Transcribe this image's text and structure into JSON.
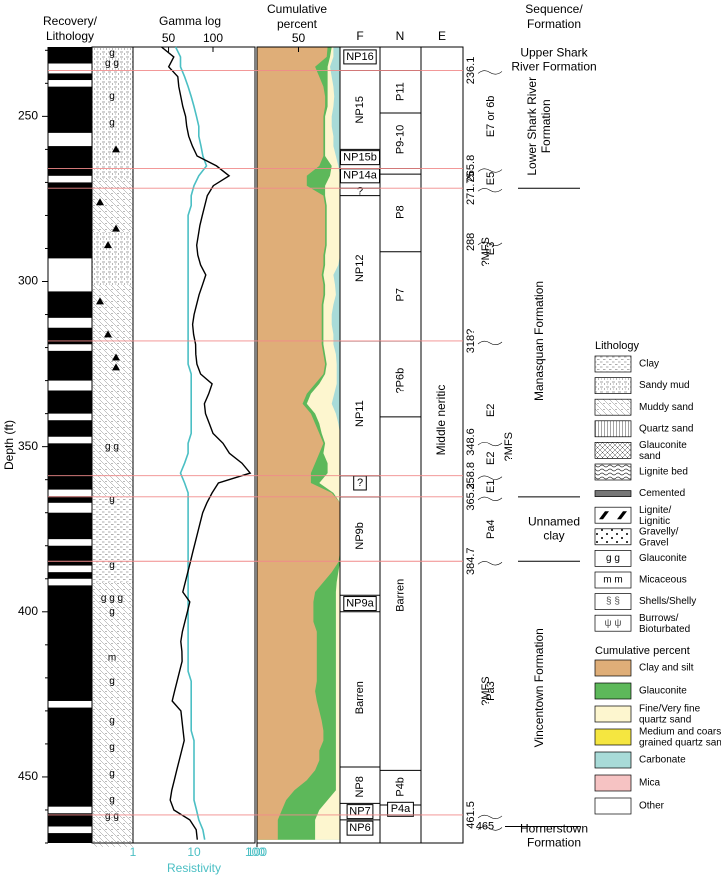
{
  "headers": {
    "recovery": [
      "Recovery/",
      "Lithology"
    ],
    "gamma": "Gamma log",
    "cumulative": [
      "Cumulative",
      "percent"
    ],
    "f": "F",
    "n": "N",
    "e": "E",
    "sequence": [
      "Sequence/",
      "Formation"
    ]
  },
  "depth_axis": {
    "label": "Depth (ft)",
    "ticks": [
      250,
      300,
      350,
      400,
      450
    ],
    "range": [
      229,
      470
    ]
  },
  "gamma_axis": {
    "ticks": [
      "50",
      "100"
    ],
    "values": [
      50,
      100
    ]
  },
  "resistivity_axis": {
    "label": "Resistivity",
    "ticks": [
      "1",
      "10",
      "100"
    ],
    "values": [
      1,
      10,
      100
    ],
    "color": "#4bbfc4"
  },
  "cumulative_axis": {
    "ticks": [
      "50"
    ],
    "values": [
      50
    ]
  },
  "colors": {
    "clay_silt": "#dfae78",
    "glauconite": "#5db85a",
    "fine_sand": "#fdf6cf",
    "coarse_sand": "#f5e640",
    "carbonate": "#a8dbd8",
    "mica": "#f6c3c3",
    "other": "#ffffff",
    "gamma_line": "#000000",
    "resistivity_line": "#4bbfc4",
    "boundary_line": "#f08a8a",
    "core_black": "#000000"
  },
  "chart_data": {
    "type": "line",
    "depth_ft": [
      229,
      232,
      235,
      238,
      241,
      244,
      247,
      250,
      253,
      256,
      259,
      262,
      265,
      268,
      271,
      274,
      277,
      280,
      283,
      286,
      289,
      292,
      295,
      298,
      301,
      304,
      307,
      310,
      313,
      316,
      319,
      322,
      325,
      328,
      331,
      334,
      337,
      340,
      343,
      346,
      349,
      352,
      355,
      358,
      361,
      364,
      367,
      370,
      373,
      376,
      379,
      382,
      385,
      388,
      391,
      394,
      397,
      400,
      403,
      406,
      409,
      412,
      415,
      418,
      421,
      424,
      427,
      430,
      433,
      436,
      439,
      442,
      445,
      448,
      451,
      454,
      457,
      460,
      463,
      466,
      469
    ],
    "series": [
      {
        "name": "Gamma log",
        "unit": "API",
        "values": [
          46,
          52,
          47,
          58,
          60,
          63,
          66,
          70,
          72,
          75,
          80,
          86,
          100,
          115,
          98,
          92,
          90,
          88,
          86,
          85,
          84,
          86,
          90,
          88,
          85,
          82,
          80,
          78,
          77,
          79,
          82,
          83,
          85,
          90,
          95,
          92,
          88,
          90,
          95,
          100,
          112,
          120,
          135,
          145,
          110,
          95,
          90,
          86,
          84,
          82,
          80,
          78,
          76,
          74,
          72,
          70,
          70,
          68,
          66,
          64,
          63,
          65,
          66,
          64,
          62,
          60,
          58,
          60,
          62,
          64,
          66,
          64,
          62,
          60,
          58,
          56,
          55,
          60,
          70,
          78,
          80
        ]
      },
      {
        "name": "Resistivity",
        "unit": "ohm-m",
        "values": [
          5,
          6,
          6,
          7,
          8,
          9,
          10,
          11,
          12,
          12,
          13,
          14,
          16,
          12,
          10,
          9,
          9,
          8,
          8,
          8,
          8,
          8,
          8,
          8,
          8,
          8,
          8,
          8,
          8,
          8,
          8,
          8,
          8,
          9,
          9,
          9,
          9,
          9,
          9,
          9,
          8,
          8,
          7,
          6,
          7,
          8,
          8,
          8,
          8,
          8,
          8,
          8,
          8,
          8,
          8,
          8,
          8,
          8,
          8,
          8,
          8,
          8,
          8,
          8,
          9,
          9,
          9,
          9,
          9,
          9,
          10,
          10,
          10,
          10,
          10,
          10,
          10,
          11,
          12,
          14,
          15
        ]
      },
      {
        "name": "Clay and silt",
        "unit": "cumulative %",
        "values": [
          85,
          84,
          70,
          75,
          80,
          82,
          82,
          80,
          80,
          80,
          80,
          80,
          75,
          60,
          60,
          80,
          82,
          82,
          82,
          82,
          82,
          80,
          80,
          78,
          80,
          80,
          78,
          78,
          78,
          78,
          78,
          80,
          82,
          80,
          70,
          60,
          55,
          65,
          70,
          75,
          80,
          75,
          70,
          65,
          65,
          90,
          100,
          100,
          100,
          100,
          100,
          100,
          98,
          90,
          80,
          70,
          68,
          68,
          68,
          72,
          72,
          72,
          72,
          72,
          72,
          70,
          72,
          75,
          78,
          80,
          80,
          75,
          75,
          70,
          60,
          45,
          35,
          30,
          25,
          25,
          25
        ]
      },
      {
        "name": "Glauconite",
        "unit": "cumulative %",
        "values": [
          90,
          88,
          85,
          85,
          85,
          85,
          85,
          82,
          82,
          82,
          82,
          82,
          90,
          88,
          82,
          82,
          84,
          84,
          84,
          84,
          84,
          82,
          82,
          80,
          82,
          82,
          80,
          80,
          80,
          80,
          80,
          82,
          84,
          82,
          75,
          65,
          60,
          70,
          75,
          78,
          82,
          80,
          85,
          85,
          75,
          92,
          100,
          100,
          100,
          100,
          100,
          100,
          100,
          98,
          96,
          95,
          95,
          95,
          95,
          95,
          95,
          95,
          95,
          95,
          95,
          95,
          95,
          95,
          95,
          95,
          95,
          95,
          95,
          95,
          95,
          95,
          85,
          75,
          70,
          70,
          70
        ]
      },
      {
        "name": "Fine/Very fine quartz sand",
        "unit": "cumulative %",
        "values": [
          92,
          92,
          88,
          90,
          92,
          93,
          92,
          90,
          90,
          92,
          92,
          95,
          98,
          100,
          100,
          100,
          100,
          100,
          100,
          100,
          100,
          100,
          98,
          92,
          94,
          95,
          92,
          90,
          90,
          92,
          92,
          95,
          96,
          96,
          96,
          93,
          90,
          95,
          98,
          100,
          100,
          100,
          100,
          100,
          100,
          100,
          100,
          100,
          100,
          100,
          100,
          100,
          100,
          100,
          100,
          100,
          100,
          100,
          100,
          100,
          100,
          100,
          100,
          100,
          100,
          100,
          100,
          100,
          100,
          100,
          100,
          100,
          100,
          100,
          100,
          100,
          100,
          100,
          100,
          100,
          100
        ]
      },
      {
        "name": "Carbonate",
        "unit": "cumulative %",
        "values": [
          100,
          100,
          100,
          100,
          100,
          100,
          100,
          100,
          100,
          100,
          100,
          100,
          100,
          100,
          100,
          100,
          100,
          100,
          100,
          100,
          100,
          100,
          100,
          100,
          100,
          100,
          100,
          100,
          100,
          100,
          100,
          100,
          100,
          100,
          100,
          100,
          100,
          100,
          100,
          100,
          100,
          100,
          100,
          100,
          100,
          100,
          100,
          100,
          100,
          100,
          100,
          100,
          100,
          100,
          100,
          100,
          100,
          100,
          100,
          100,
          100,
          100,
          100,
          100,
          100,
          100,
          100,
          100,
          100,
          100,
          100,
          100,
          100,
          100,
          100,
          100,
          100,
          100,
          100,
          100,
          100
        ]
      }
    ],
    "cores": [
      [
        229,
        234
      ],
      [
        237,
        239
      ],
      [
        241,
        255
      ],
      [
        259,
        268
      ],
      [
        270,
        293
      ],
      [
        303,
        311
      ],
      [
        314,
        319
      ],
      [
        321,
        330
      ],
      [
        333,
        340
      ],
      [
        342,
        347
      ],
      [
        349,
        363
      ],
      [
        365,
        367
      ],
      [
        370,
        378
      ],
      [
        380,
        386
      ],
      [
        388,
        390
      ],
      [
        392,
        427
      ],
      [
        429,
        459
      ],
      [
        461,
        465
      ],
      [
        467,
        470
      ]
    ],
    "lithology_legend": [
      {
        "label": "Clay",
        "pattern": "clay"
      },
      {
        "label": "Sandy mud",
        "pattern": "sandymud"
      },
      {
        "label": "Muddy sand",
        "pattern": "muddysand"
      },
      {
        "label": "Quartz sand",
        "pattern": "quartz"
      },
      {
        "label": "Glauconite sand",
        "pattern": "glaucsand"
      },
      {
        "label": "Lignite bed",
        "pattern": "lignite"
      },
      {
        "label": "Cemented",
        "pattern": "cemented"
      },
      {
        "label": "Lignite/ Lignitic",
        "pattern": "lignitic"
      },
      {
        "label": "Gravelly/ Gravel",
        "pattern": "gravel"
      },
      {
        "label": "Glauconite",
        "pattern": "glauc",
        "glyph": "g  g"
      },
      {
        "label": "Micaceous",
        "pattern": "mica",
        "glyph": "m  m"
      },
      {
        "label": "Shells/Shelly",
        "pattern": "shells"
      },
      {
        "label": "Burrows/ Bioturbated",
        "pattern": "burrows"
      }
    ],
    "cumulative_legend": [
      {
        "label": "Clay and silt",
        "color": "#dfae78"
      },
      {
        "label": "Glauconite",
        "color": "#5db85a"
      },
      {
        "label": "Fine/Very fine quartz sand",
        "color": "#fdf6cf"
      },
      {
        "label": "Medium and coarser grained quartz sand",
        "color": "#f5e640"
      },
      {
        "label": "Carbonate",
        "color": "#a8dbd8"
      },
      {
        "label": "Mica",
        "color": "#f6c3c3"
      },
      {
        "label": "Other",
        "color": "#ffffff"
      }
    ]
  },
  "legend_titles": {
    "lithology": "Lithology",
    "cumulative": "Cumulative percent"
  },
  "f_zones": [
    {
      "label": "NP16",
      "top": 229,
      "bottom": 236.1,
      "boxed": true,
      "label_depth": 232
    },
    {
      "label": "NP15",
      "top": 236.1,
      "bottom": 260,
      "label_depth": 248
    },
    {
      "label": "NP15b",
      "top": 260,
      "bottom": 265.8,
      "boxed": true,
      "label_depth": 262.5
    },
    {
      "label": "NP14a",
      "top": 265.8,
      "bottom": 271.75,
      "boxed": true,
      "label_depth": 268
    },
    {
      "label": "?",
      "top": 271.75,
      "bottom": 274,
      "label_depth": 272.8
    },
    {
      "label": "NP12",
      "top": 274,
      "bottom": 318,
      "label_depth": 296
    },
    {
      "label": "NP11",
      "top": 318,
      "bottom": 358.8,
      "label_depth": 340
    },
    {
      "label": "?",
      "top": 358.8,
      "bottom": 365.2,
      "boxed": true,
      "label_depth": 361
    },
    {
      "label": "NP9b",
      "top": 365.2,
      "bottom": 395,
      "label_depth": 377
    },
    {
      "label": "NP9a",
      "top": 395,
      "bottom": 400,
      "boxed": true,
      "label_depth": 397.5
    },
    {
      "label": "Barren",
      "top": 400,
      "bottom": 447,
      "label_depth": 426
    },
    {
      "label": "NP8",
      "top": 447,
      "bottom": 458,
      "label_depth": 453
    },
    {
      "label": "NP7",
      "top": 458,
      "bottom": 463,
      "boxed": true,
      "label_depth": 460.5
    },
    {
      "label": "NP6",
      "top": 463,
      "bottom": 468,
      "boxed": true,
      "label_depth": 465.5
    }
  ],
  "n_zones": [
    {
      "label": "",
      "top": 229,
      "bottom": 236.1
    },
    {
      "label": "P11",
      "top": 236.1,
      "bottom": 249,
      "label_depth": 242.5
    },
    {
      "label": "P9-10",
      "top": 249,
      "bottom": 265.8,
      "label_depth": 257
    },
    {
      "label": "",
      "top": 265.8,
      "bottom": 267.5
    },
    {
      "label": "P8",
      "top": 267.5,
      "bottom": 291,
      "label_depth": 279
    },
    {
      "label": "P7",
      "top": 291,
      "bottom": 318,
      "label_depth": 304
    },
    {
      "label": "?P6b",
      "top": 318,
      "bottom": 341,
      "label_depth": 330
    },
    {
      "label": "Barren",
      "top": 341,
      "bottom": 448,
      "label_depth": 395
    },
    {
      "label": "P4b",
      "top": 448,
      "bottom": 458.5,
      "label_depth": 453
    },
    {
      "label": "P4a",
      "top": 458.5,
      "bottom": 461.5,
      "boxed": true,
      "label_depth": 459.8
    },
    {
      "label": "",
      "top": 461.5,
      "bottom": 470
    }
  ],
  "e_label": "Middle neritic",
  "depth_labels": [
    {
      "text": "236.1",
      "depth": 236.1
    },
    {
      "text": "265.8",
      "depth": 265.8
    },
    {
      "text": "271.75",
      "depth": 271.75
    },
    {
      "text": "288",
      "depth": 288
    },
    {
      "text": "318?",
      "depth": 318
    },
    {
      "text": "348.6",
      "depth": 348.6
    },
    {
      "text": "358.8",
      "depth": 358.8
    },
    {
      "text": "365.2",
      "depth": 365.2
    },
    {
      "text": "384.7",
      "depth": 384.7
    },
    {
      "text": "461.5",
      "depth": 461.5
    },
    {
      "text": "465",
      "depth": 465
    }
  ],
  "mfs_labels": [
    {
      "text": "?MFS",
      "depth": 291,
      "col": "a"
    },
    {
      "text": "?MFS",
      "depth": 350,
      "col": "b"
    },
    {
      "text": "?MFS",
      "depth": 424,
      "col": "a"
    }
  ],
  "sequences": [
    {
      "text": "E7 or 6b",
      "depth": 250
    },
    {
      "text": "E5",
      "depth": 268.8
    },
    {
      "text": "E3",
      "depth": 290
    },
    {
      "text": "E2",
      "depth": 339
    },
    {
      "text": "E2",
      "depth": 353.5
    },
    {
      "text": "E1",
      "depth": 362
    },
    {
      "text": "Pa4",
      "depth": 375
    },
    {
      "text": "Pa3",
      "depth": 424
    }
  ],
  "formations": [
    {
      "lines": [
        "Upper Shark",
        "River Formation"
      ],
      "depth": 233,
      "rotated": false
    },
    {
      "lines": [
        "Lower Shark River",
        "Formation"
      ],
      "depth": 253,
      "rotated": true
    },
    {
      "lines": [
        "Manasquan Formation"
      ],
      "depth": 318,
      "rotated": true
    },
    {
      "lines": [
        "Unnamed",
        "clay"
      ],
      "depth": 375,
      "rotated": false
    },
    {
      "lines": [
        "Vincentown Formation"
      ],
      "depth": 423,
      "rotated": true
    },
    {
      "lines": [
        "Hornerstown",
        "Formation"
      ],
      "depth": 468,
      "rotated": false
    }
  ],
  "boundaries": [
    236.1,
    265.8,
    271.75,
    318,
    358.8,
    365.2,
    384.7,
    461.5
  ],
  "formation_boundaries": [
    271.75,
    365.2,
    384.7,
    465
  ]
}
